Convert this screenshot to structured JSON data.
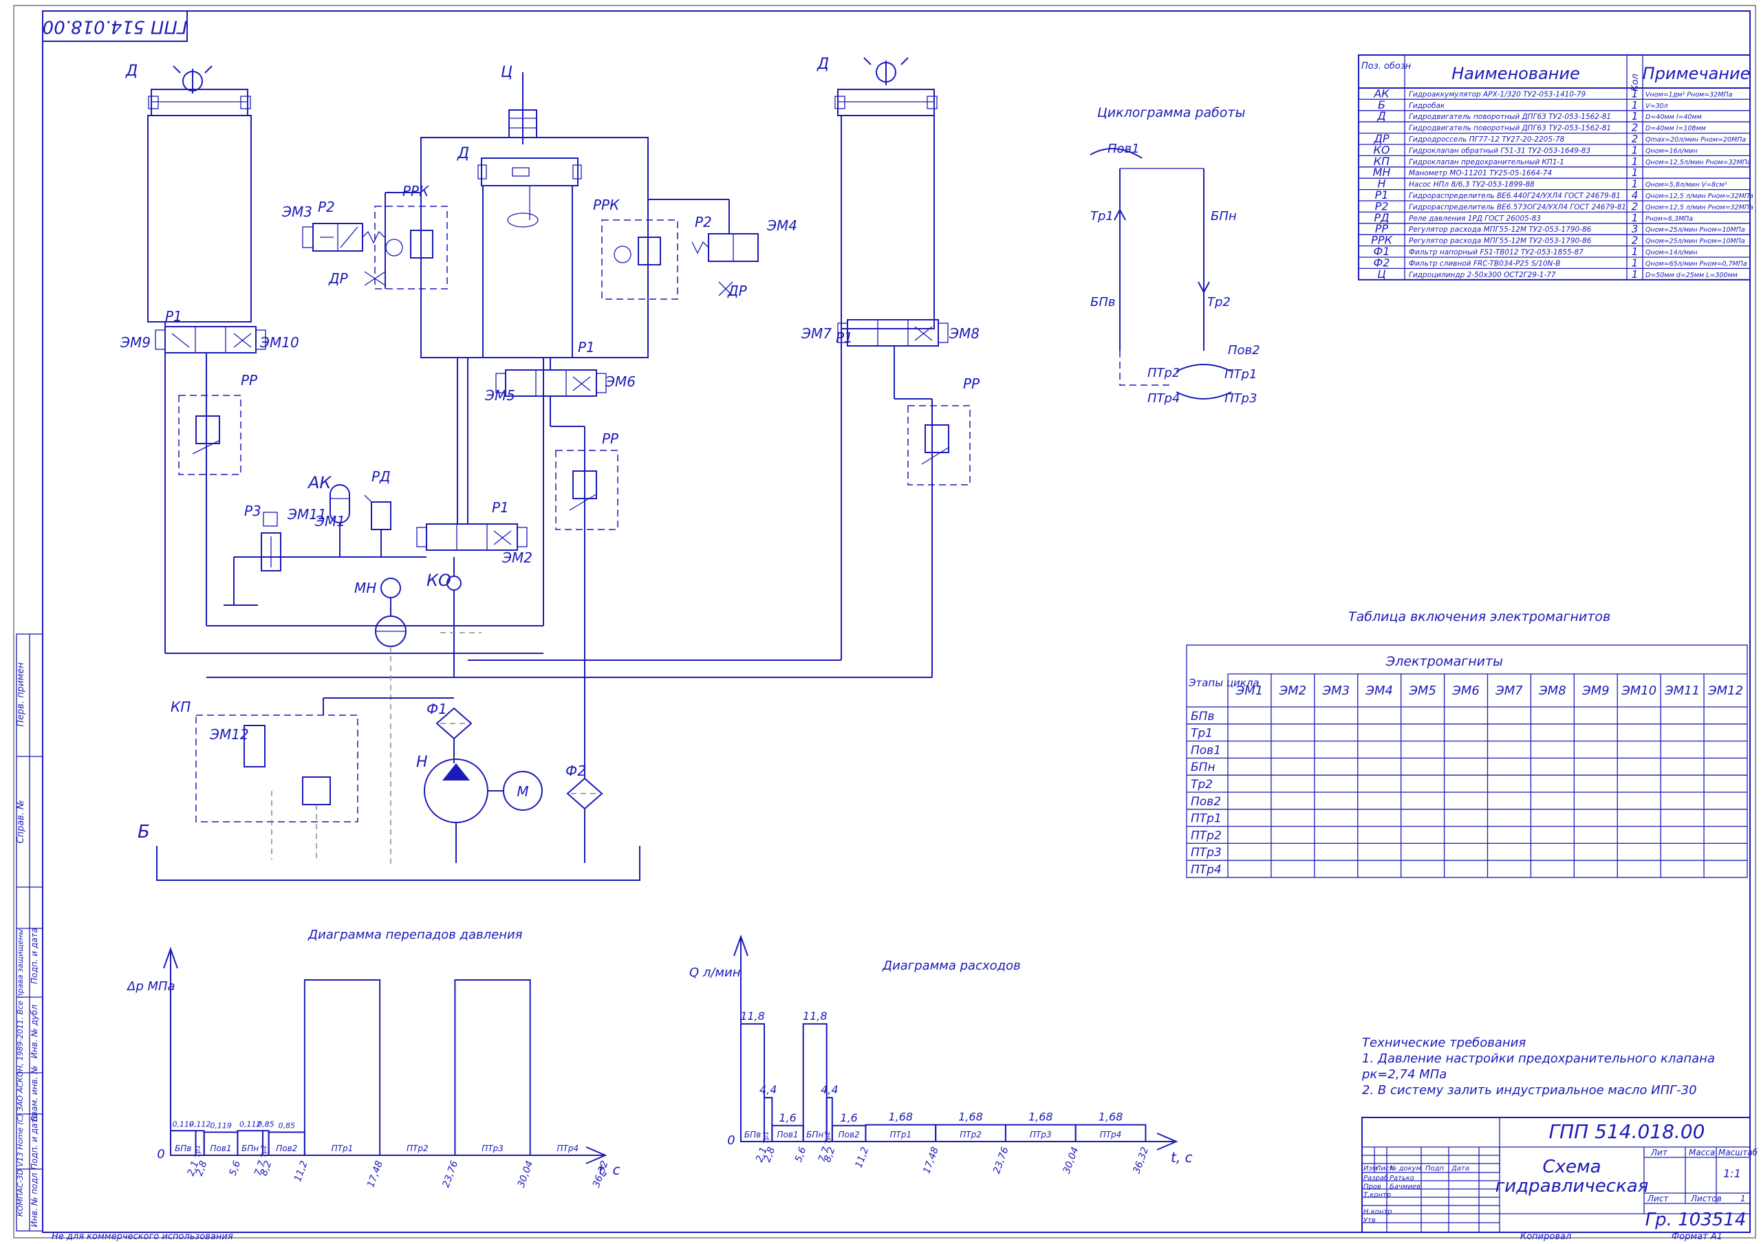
{
  "stamp": {
    "top_code": "ГПП 514.018.00",
    "code": "ГПП 514.018.00",
    "title_line1": "Схема",
    "title_line2": "гидравлическая",
    "lit_label": "Лит",
    "mass_label": "Масса",
    "scale_label": "Масштаб",
    "scale_value": "1:1",
    "sheet_label": "Лист",
    "sheets_label": "Листов",
    "sheets_value": "1",
    "group": "Гр. 103514",
    "rows": [
      "Изм",
      "Лист",
      "№ докум",
      "Подп",
      "Дата"
    ],
    "roles": [
      {
        "role": "Разраб",
        "name": "Ратько"
      },
      {
        "role": "Пров",
        "name": "Бачмиев"
      },
      {
        "role": "Т.контр",
        "name": ""
      },
      {
        "role": "",
        "name": ""
      },
      {
        "role": "Н.контр",
        "name": ""
      },
      {
        "role": "Утв",
        "name": ""
      }
    ],
    "copied": "Копировал",
    "format": "Формат A1",
    "noncommercial": "Не для коммерческого использования"
  },
  "side_labels": [
    "Перв. примен",
    "Справ. №",
    "Подп. и дата",
    "Инв. № дубл",
    "Взам. инв. №",
    "Подп. и дата",
    "Инв. № подл",
    "КОМПАС-3D V13 Home (С) ЗАО АСКОН, 1989-2011. Все права защищены"
  ],
  "parts_table": {
    "headers": [
      "Поз. обозн",
      "Наименование",
      "Кол",
      "Примечание"
    ],
    "rows": [
      [
        "АК",
        "Гидроаккумулятор АРХ-1/320 ТУ2-053-1410-79",
        "1",
        "Vном=1дм³ Рном=32МПа"
      ],
      [
        "Б",
        "Гидробак",
        "1",
        "V=30л"
      ],
      [
        "Д",
        "Гидродвигатель поворотный ДПГ63 ТУ2-053-1562-81",
        "1",
        "D=40мм l=40мм"
      ],
      [
        "",
        "Гидродвигатель поворотный ДПГ63 ТУ2-053-1562-81",
        "2",
        "D=40мм l=108мм"
      ],
      [
        "ДР",
        "Гидродроссель ПГ77-12 ТУ27-20-2205-78",
        "2",
        "Qmax=20л/мин Рном=20МПа"
      ],
      [
        "КО",
        "Гидроклапан обратный Г51-31 ТУ2-053-1649-83",
        "1",
        "Qном=16л/мин"
      ],
      [
        "КП",
        "Гидроклапан предохранительный КП1-1",
        "1",
        "Qном=12,5л/мин Рном=32МПа"
      ],
      [
        "МН",
        "Манометр МО-11201 ТУ25-05-1664-74",
        "1",
        ""
      ],
      [
        "Н",
        "Насос НПл 8/6,3 ТУ2-053-1899-88",
        "1",
        "Qном=5,8л/мин V=8см³"
      ],
      [
        "Р1",
        "Гидрораспределитель ВЕ6.440Г24/УХЛ4 ГОСТ 24679-81",
        "4",
        "Qном=12,5 л/мин Рном=32МПа"
      ],
      [
        "Р2",
        "Гидрораспределитель ВЕ6.573ОГ24/УХЛ4 ГОСТ 24679-81",
        "2",
        "Qном=12,5 л/мин Рном=32МПа"
      ],
      [
        "РД",
        "Реле давления 1РД ГОСТ 26005-83",
        "1",
        "Рном=6,3МПа"
      ],
      [
        "РР",
        "Регулятор расхода МПГ55-12М ТУ2-053-1790-86",
        "3",
        "Qном=25л/мин Рном=10МПа"
      ],
      [
        "РРК",
        "Регулятор расхода МПГ55-12М ТУ2-053-1790-86",
        "2",
        "Qном=25л/мин Рном=10МПа"
      ],
      [
        "Ф1",
        "Фильтр напорный FS1-TB012 ТУ2-053-1855-87",
        "1",
        "Qном=14л/мин"
      ],
      [
        "Ф2",
        "Фильтр сливной FRC-TB034-P25 S/10N-B",
        "1",
        "Qном=65л/мин Рном=0,7МПа"
      ],
      [
        "Ц",
        "Гидроцилиндр 2-50х300 ОСТ2Г29-1-77",
        "1",
        "D=50мм d=25мм L=300мм"
      ]
    ]
  },
  "cyclogram": {
    "title": "Циклограмма работы",
    "labels": [
      "Пов1",
      "Тр1",
      "БПн",
      "БПв",
      "Тр2",
      "Пов2",
      "ПТр1",
      "ПТр2",
      "ПТр3",
      "ПТр4"
    ]
  },
  "em_table": {
    "title": "Таблица включения электромагнитов",
    "group_header": "Электромагниты",
    "stage_header": "Этапы цикла",
    "magnets": [
      "ЭМ1",
      "ЭМ2",
      "ЭМ3",
      "ЭМ4",
      "ЭМ5",
      "ЭМ6",
      "ЭМ7",
      "ЭМ8",
      "ЭМ9",
      "ЭМ10",
      "ЭМ11",
      "ЭМ12"
    ],
    "stages": [
      "БПв",
      "Тр1",
      "Пов1",
      "БПн",
      "Тр2",
      "Пов2",
      "ПТр1",
      "ПТр2",
      "ПТр3",
      "ПТр4"
    ]
  },
  "schematic_labels": {
    "D_left": "Д",
    "D_right": "Д",
    "D_mid": "Д",
    "C": "Ц",
    "EM3": "ЭМ3",
    "P2_left": "Р2",
    "RRK_left": "РРК",
    "DR_left": "ДР",
    "RRK_right": "РРК",
    "P2_right": "Р2",
    "EM4": "ЭМ4",
    "DR_right": "ДР",
    "P1_left": "Р1",
    "EM9": "ЭМ9",
    "EM10": "ЭМ10",
    "PP_left": "РР",
    "P1_right": "Р1",
    "EM7": "ЭМ7",
    "EM8": "ЭМ8",
    "PP_right": "РР",
    "P1_mid": "Р1",
    "EM5": "ЭМ5",
    "EM6": "ЭМ6",
    "PP_mid": "РР",
    "AK": "АК",
    "RD": "РД",
    "P3": "Р3",
    "EM11": "ЭМ11",
    "EM1": "ЭМ1",
    "P1_low": "Р1",
    "EM2": "ЭМ2",
    "MN": "МН",
    "KO": "КО",
    "KP": "КП",
    "EM12": "ЭМ12",
    "F1": "Ф1",
    "F2": "Ф2",
    "H": "Н",
    "M": "М",
    "B": "Б"
  },
  "chart_data": [
    {
      "type": "bar",
      "title": "Диаграмма перепадов давления",
      "ylabel": "Δp МПа",
      "xlabel": "t, c",
      "x_ticks": [
        "0",
        "2,1",
        "2,8",
        "5,6",
        "7,7",
        "8,2",
        "11,2",
        "17,48",
        "23,76",
        "30,04",
        "36,32"
      ],
      "series": [
        {
          "values": [
            {
              "stage": "БПв",
              "x0": 0,
              "x1": 2.1,
              "y": 0.119
            },
            {
              "stage": "Тр1",
              "x0": 2.1,
              "x1": 2.8,
              "y": 0.119
            },
            {
              "stage": "Пов1",
              "x0": 2.8,
              "x1": 5.6,
              "y": 0.112
            },
            {
              "stage": "БПн",
              "x0": 5.6,
              "x1": 7.7,
              "y": 0.119
            },
            {
              "stage": "Тр2",
              "x0": 7.7,
              "x1": 8.2,
              "y": 0.119
            },
            {
              "stage": "Пов2",
              "x0": 8.2,
              "x1": 11.2,
              "y": 0.112
            },
            {
              "stage": "ПТр1",
              "x0": 11.2,
              "x1": 17.48,
              "y": 0.85
            },
            {
              "stage": "ПТр2",
              "x0": 17.48,
              "x1": 23.76,
              "y": 0
            },
            {
              "stage": "ПТр3",
              "x0": 23.76,
              "x1": 30.04,
              "y": 0.85
            },
            {
              "stage": "ПТр4",
              "x0": 30.04,
              "x1": 36.32,
              "y": 0
            }
          ]
        }
      ],
      "value_labels": [
        "0,119",
        "0,112",
        "0,119",
        "0,112",
        "0,85",
        "0,85"
      ]
    },
    {
      "type": "bar",
      "title": "Диаграмма расходов",
      "ylabel": "Q л/мин",
      "xlabel": "t, c",
      "x_ticks": [
        "0",
        "2,1",
        "2,8",
        "5,6",
        "7,7",
        "8,2",
        "11,2",
        "17,48",
        "23,76",
        "30,04",
        "36,32"
      ],
      "series": [
        {
          "values": [
            {
              "stage": "БПв",
              "x0": 0,
              "x1": 2.1,
              "y": 11.8
            },
            {
              "stage": "Тр1",
              "x0": 2.1,
              "x1": 2.8,
              "y": 4.4
            },
            {
              "stage": "Пов1",
              "x0": 2.8,
              "x1": 5.6,
              "y": 1.6
            },
            {
              "stage": "БПн",
              "x0": 5.6,
              "x1": 7.7,
              "y": 11.8
            },
            {
              "stage": "Тр2",
              "x0": 7.7,
              "x1": 8.2,
              "y": 4.4
            },
            {
              "stage": "Пов2",
              "x0": 8.2,
              "x1": 11.2,
              "y": 1.6
            },
            {
              "stage": "ПТр1",
              "x0": 11.2,
              "x1": 17.48,
              "y": 1.68
            },
            {
              "stage": "ПТр2",
              "x0": 17.48,
              "x1": 23.76,
              "y": 1.68
            },
            {
              "stage": "ПТр3",
              "x0": 23.76,
              "x1": 30.04,
              "y": 1.68
            },
            {
              "stage": "ПТр4",
              "x0": 30.04,
              "x1": 36.32,
              "y": 1.68
            }
          ]
        }
      ],
      "value_labels": [
        "11,8",
        "4,4",
        "1,6",
        "11,8",
        "4,4",
        "1,6",
        "1,68",
        "1,68",
        "1,68",
        "1,68"
      ]
    }
  ],
  "tech_req": {
    "title": "Технические требования",
    "lines": [
      "1. Давление настройки предохранительного клапана",
      "рк=2,74 МПа",
      "2. В систему залить индустриальное масло ИПГ-30"
    ]
  }
}
